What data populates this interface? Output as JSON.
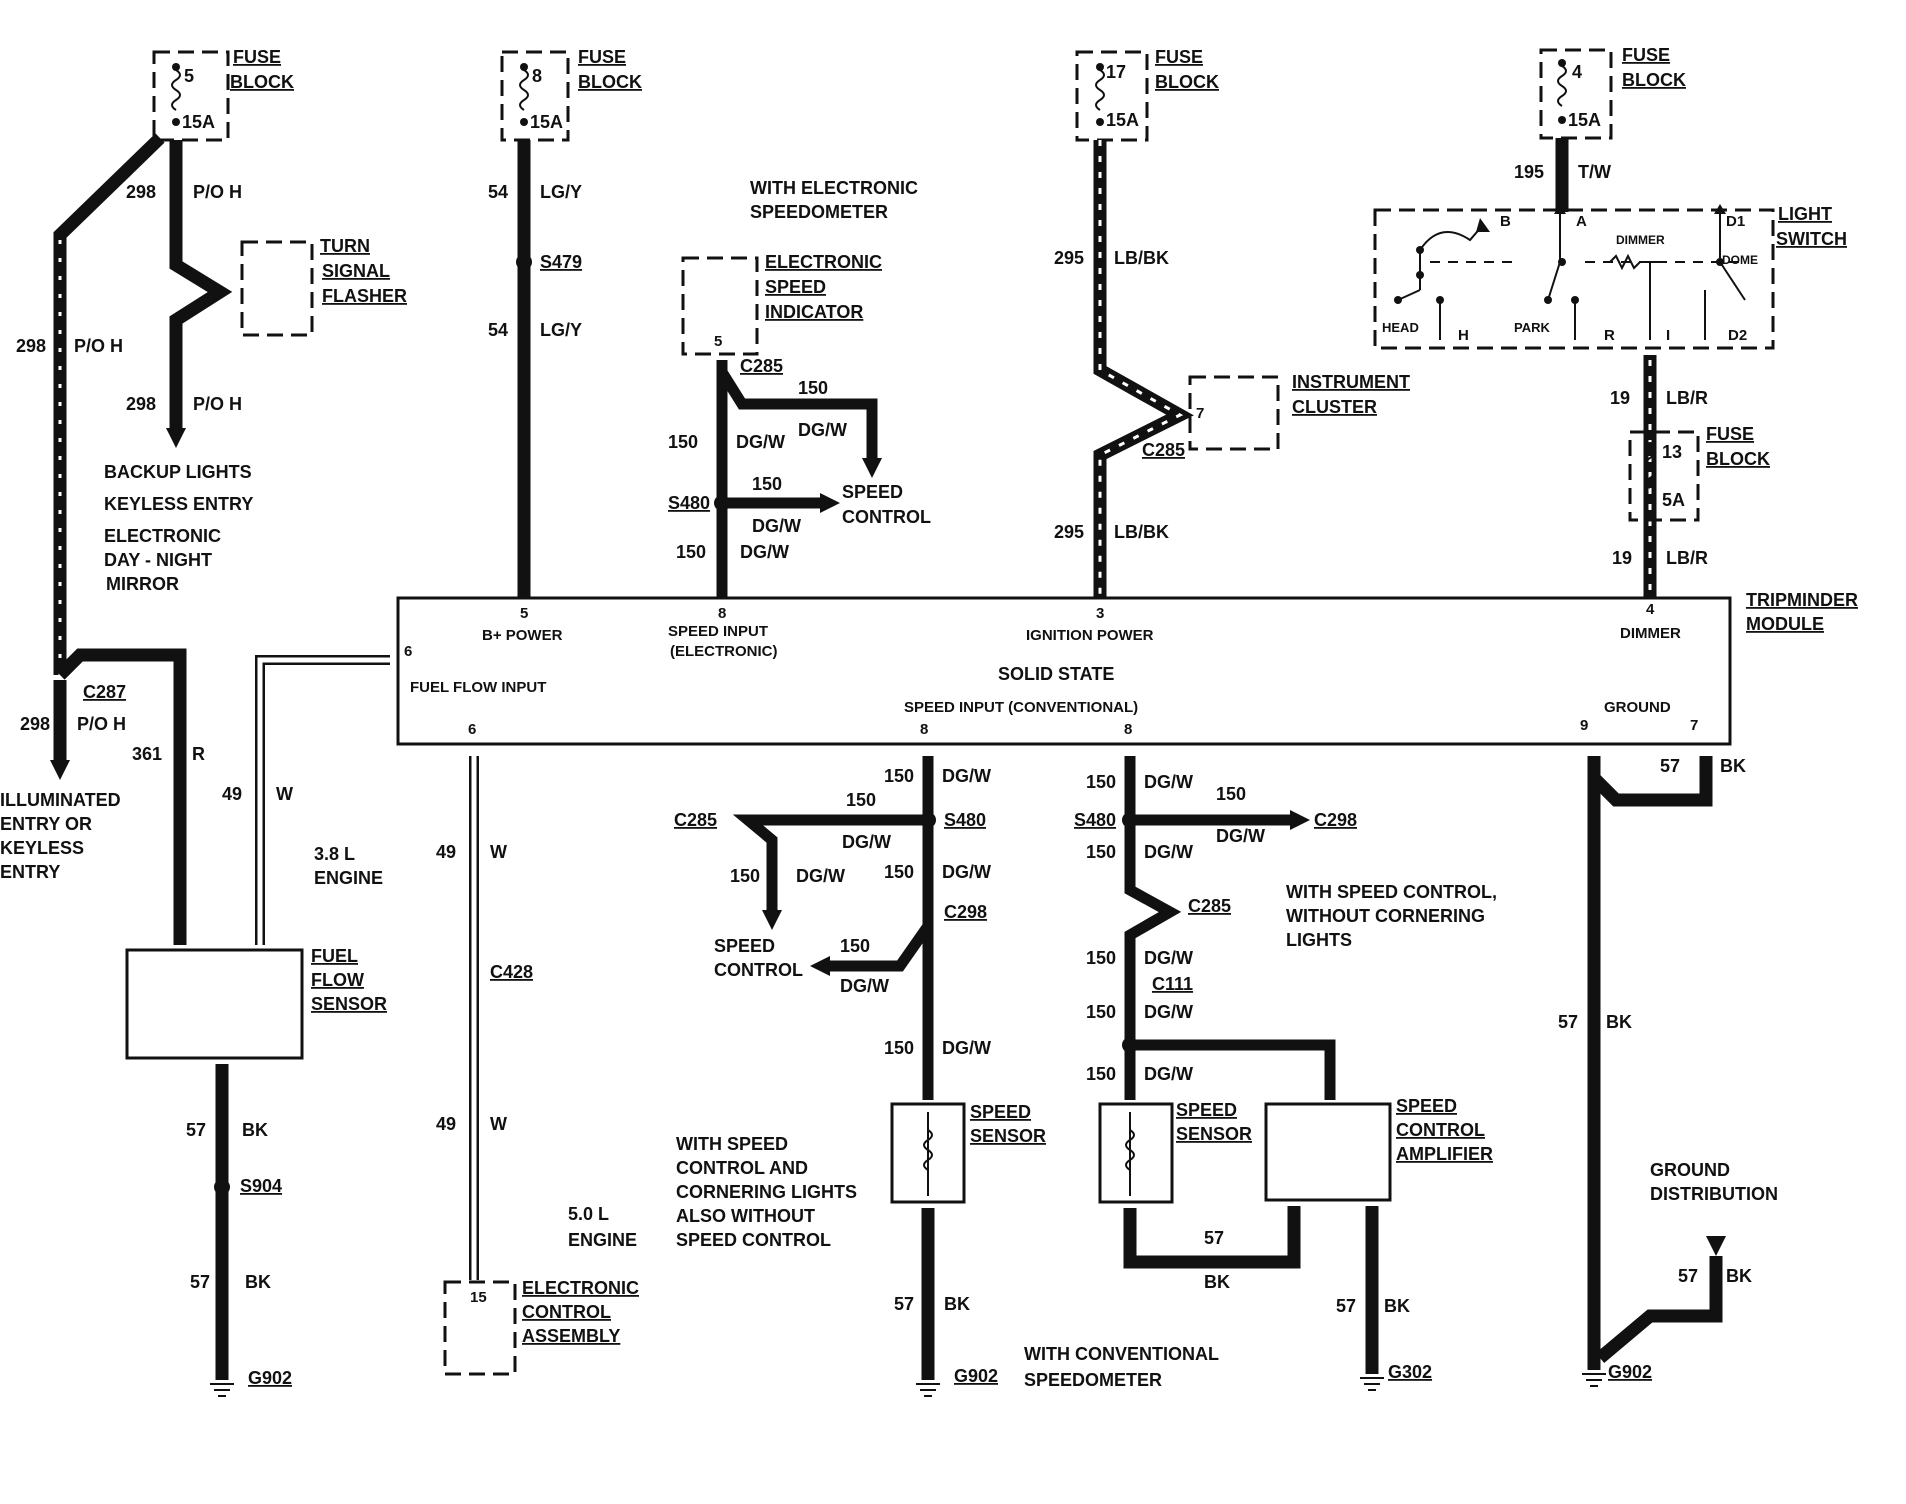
{
  "fuse_blocks": [
    {
      "id": "fb1",
      "number": "5",
      "rating": "15A",
      "label1": "FUSE",
      "label2": "BLOCK"
    },
    {
      "id": "fb2",
      "number": "8",
      "rating": "15A",
      "label1": "FUSE",
      "label2": "BLOCK"
    },
    {
      "id": "fb3",
      "number": "17",
      "rating": "15A",
      "label1": "FUSE",
      "label2": "BLOCK"
    },
    {
      "id": "fb4",
      "number": "4",
      "rating": "15A",
      "label1": "FUSE",
      "label2": "BLOCK"
    },
    {
      "id": "fb5",
      "number": "13",
      "rating": "5A",
      "label1": "FUSE",
      "label2": "BLOCK"
    }
  ],
  "left_circuit": {
    "w298_a": "298",
    "poh_a": "P/O H",
    "w298_b": "298",
    "poh_b": "P/O H",
    "w298_c": "298",
    "poh_c": "P/O H",
    "flasher": [
      "TURN",
      "SIGNAL",
      "FLASHER"
    ],
    "dest": [
      "BACKUP LIGHTS",
      "KEYLESS ENTRY",
      "ELECTRONIC",
      "DAY - NIGHT",
      "MIRROR"
    ],
    "c287": "C287",
    "w298_d": "298",
    "poh_d": "P/O H",
    "illum": [
      "ILLUMINATED",
      "ENTRY OR",
      "KEYLESS",
      "ENTRY"
    ],
    "w361": "361",
    "r": "R",
    "w49": "49",
    "w": "W",
    "engine38": [
      "3.8 L",
      "ENGINE"
    ],
    "fuel_flow_sensor": [
      "FUEL",
      "FLOW",
      "SENSOR"
    ],
    "w57a": "57",
    "bk_a": "BK",
    "s904": "S904",
    "w57b": "57",
    "bk_b": "BK",
    "g902": "G902"
  },
  "bplus_circuit": {
    "w54a": "54",
    "lgy_a": "LG/Y",
    "s479": "S479",
    "w54b": "54",
    "lgy_b": "LG/Y"
  },
  "electronic_speedo": {
    "title1": "WITH ELECTRONIC",
    "title2": "SPEEDOMETER",
    "indicator": [
      "ELECTRONIC",
      "SPEED",
      "INDICATOR"
    ],
    "pin": "5",
    "c285": "C285",
    "w150a": "150",
    "dgw_a": "DG/W",
    "w150b": "150",
    "dgw_b": "DG/W",
    "s480": "S480",
    "w150c": "150",
    "dgw_c": "DG/W",
    "speed_control": [
      "SPEED",
      "CONTROL"
    ],
    "w150d": "150",
    "dgw_d": "DG/W"
  },
  "ignition_circuit": {
    "w295a": "295",
    "lbbk_a": "LB/BK",
    "cluster": [
      "INSTRUMENT",
      "CLUSTER"
    ],
    "pin": "7",
    "c285": "C285",
    "w295b": "295",
    "lbbk_b": "LB/BK"
  },
  "light_switch": {
    "w195": "195",
    "tw": "T/W",
    "title": [
      "LIGHT",
      "SWITCH"
    ],
    "b": "B",
    "a": "A",
    "dimmer": "DIMMER",
    "d1": "D1",
    "dome": "DOME",
    "head": "HEAD",
    "h": "H",
    "park": "PARK",
    "r": "R",
    "i": "I",
    "d2": "D2",
    "w19a": "19",
    "lbr_a": "LB/R",
    "w19b": "19",
    "lbr_b": "LB/R"
  },
  "module": {
    "title": [
      "TRIPMINDER",
      "MODULE"
    ],
    "pin5": "5",
    "bplus": "B+ POWER",
    "pin8": "8",
    "speed_in": "SPEED INPUT",
    "speed_in2": "(ELECTRONIC)",
    "pin3": "3",
    "ign": "IGNITION POWER",
    "pin4": "4",
    "dimmer": "DIMMER",
    "pin6a": "6",
    "fuel_in": "FUEL FLOW INPUT",
    "solid": "SOLID STATE",
    "speed_conv": "SPEED INPUT (CONVENTIONAL)",
    "ground": "GROUND",
    "pin6b": "6",
    "pin8b": "8",
    "pin8c": "8",
    "pin9": "9",
    "pin7": "7"
  },
  "ecu_circuit": {
    "w49a": "49",
    "w_a": "W",
    "c428": "C428",
    "w49b": "49",
    "w_b": "W",
    "engine50": [
      "5.0 L",
      "ENGINE"
    ],
    "eca": [
      "ELECTRONIC",
      "CONTROL",
      "ASSEMBLY"
    ],
    "pin": "15"
  },
  "conv_speed_a": {
    "w150a": "150",
    "dgw_a": "DG/W",
    "c285": "C285",
    "w150b": "150",
    "s480": "S480",
    "dgw_b": "DG/W",
    "w150c": "150",
    "dgw_c": "DG/W",
    "w150d": "150",
    "dgw_d": "DG/W",
    "c298": "C298",
    "speed_control": [
      "SPEED",
      "CONTROL"
    ],
    "w150e": "150",
    "dgw_e": "DG/W",
    "w150f": "150",
    "dgw_f": "DG/W",
    "sensor": [
      "SPEED",
      "SENSOR"
    ],
    "note": [
      "WITH SPEED",
      "CONTROL AND",
      "CORNERING LIGHTS",
      "ALSO WITHOUT",
      "SPEED CONTROL"
    ],
    "w57": "57",
    "bk": "BK",
    "g902": "G902"
  },
  "conv_speed_b": {
    "w150a": "150",
    "dgw_a": "DG/W",
    "s480": "S480",
    "w150b": "150",
    "c298": "C298",
    "dgw_b": "DG/W",
    "w150c": "150",
    "dgw_c": "DG/W",
    "c285": "C285",
    "note": [
      "WITH SPEED CONTROL,",
      "WITHOUT CORNERING",
      "LIGHTS"
    ],
    "w150d": "150",
    "dgw_d": "DG/W",
    "c111": "C111",
    "w150e": "150",
    "dgw_e": "DG/W",
    "w150f": "150",
    "dgw_f": "DG/W",
    "sensor": [
      "SPEED",
      "SENSOR"
    ],
    "amp": [
      "SPEED",
      "CONTROL",
      "AMPLIFIER"
    ],
    "w57a": "57",
    "bk_a": "BK",
    "w57b": "57",
    "bk_b": "BK",
    "g302": "G302",
    "footer": [
      "WITH CONVENTIONAL",
      "SPEEDOMETER"
    ]
  },
  "ground_circuit": {
    "w57a": "57",
    "bk_a": "BK",
    "w57b": "57",
    "bk_b": "BK",
    "dist": [
      "GROUND",
      "DISTRIBUTION"
    ],
    "w57c": "57",
    "bk_c": "BK",
    "g902": "G902"
  }
}
